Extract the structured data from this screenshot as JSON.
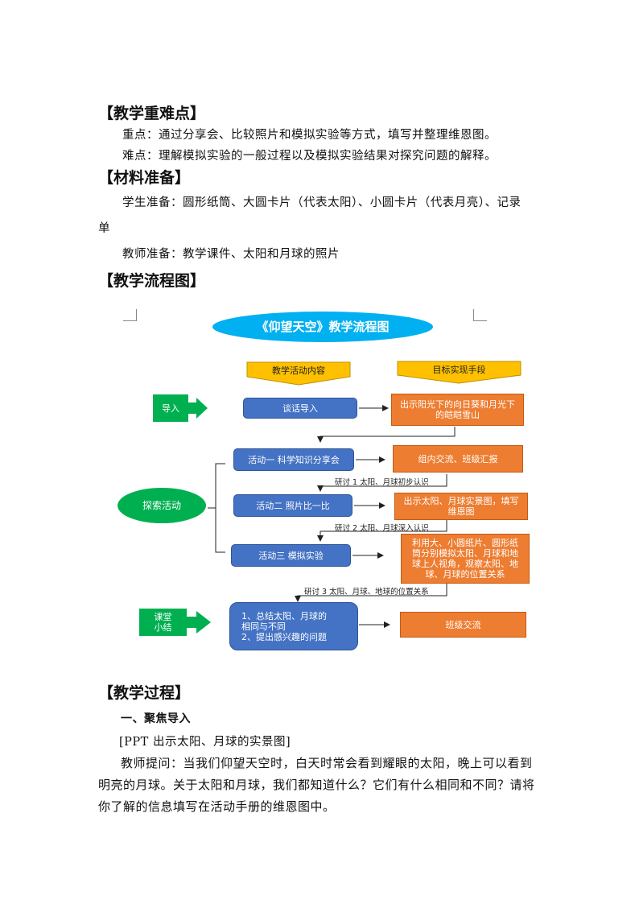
{
  "headings": {
    "key_points": "【教学重难点】",
    "materials": "【材料准备】",
    "flowchart": "【教学流程图】",
    "process": "【教学过程】"
  },
  "key_points": {
    "focus": "重点：通过分享会、比较照片和模拟实验等方式，填写并整理维恩图。",
    "difficulty": "难点：理解模拟实验的一般过程以及模拟实验结果对探究问题的解释。"
  },
  "materials": {
    "student_line1": "学生准备：圆形纸筒、大圆卡片（代表太阳）、小圆卡片（代表月亮）、记录",
    "student_line2": "单",
    "teacher": "教师准备：教学课件、太阳和月球的照片"
  },
  "flowchart": {
    "title": "《仰望天空》教学流程图",
    "col_content": "教学活动内容",
    "col_means": "目标实现手段",
    "intro_tag": "导入",
    "intro_activity": "谈话导入",
    "intro_means": "出示阳光下的向日葵和月光下的皑皑雪山",
    "explore_tag": "探索活动",
    "activity1": "活动一  科学知识分享会",
    "activity1_means": "组内交流、班级汇报",
    "seminar1": "研讨 1  太阳、月球初步认识",
    "activity2": "活动二  照片比一比",
    "activity2_means": "出示太阳、月球实景图，填写维恩图",
    "seminar2": "研讨 2  太阳、月球深入认识",
    "activity3": "活动三  模拟实验",
    "activity3_means": "利用大、小圆纸片、圆形纸筒分别模拟太阳、月球和地球上人视角，观察太阳、地球、月球的位置关系",
    "seminar3": "研讨 3  太阳、月球、地球的位置关系",
    "summary_tag_line1": "课堂",
    "summary_tag_line2": "小结",
    "summary_line1": "1、总结太阳、月球的相同与不同",
    "summary_line2": "2、提出感兴趣的问题",
    "summary_means": "班级交流",
    "colors": {
      "blue": "#4472c4",
      "orange": "#ed7d31",
      "yellow": "#ffc000",
      "green": "#00b050",
      "ellipse_blue": "#00b0f0"
    }
  },
  "process": {
    "section1": "一、聚焦导入",
    "ppt": "[PPT   出示太阳、月球的实景图]",
    "para_line1": "教师提问：当我们仰望天空时，白天时常会看到耀眼的太阳，晚上可以看到",
    "para_line2": "明亮的月球。关于太阳和月球，我们都知道什么？它们有什么相同和不同？请将",
    "para_line3": "你了解的信息填写在活动手册的维恩图中。"
  }
}
